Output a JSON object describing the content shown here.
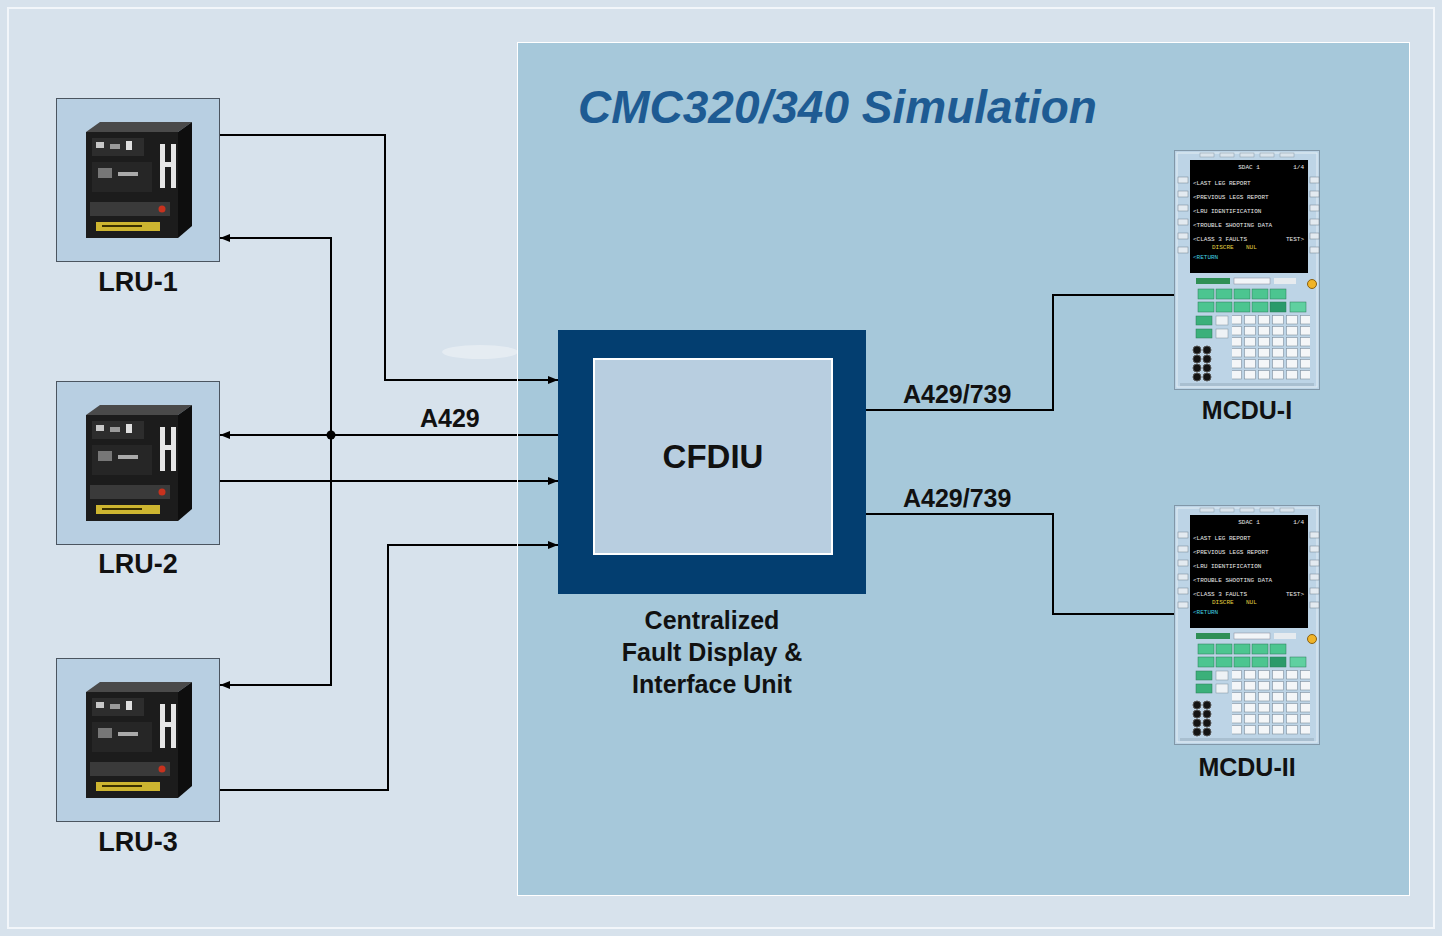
{
  "diagram": {
    "nodes": [
      {
        "text": [
          "LRU-1"
        ]
      },
      {
        "text": [
          "LRU-2"
        ]
      },
      {
        "text": [
          "LRU-3"
        ]
      },
      {
        "text": [
          "CMC320/340 Simulation"
        ]
      },
      {
        "text": [
          "CFDIU",
          "Centralized Fault Display & Interface Unit"
        ],
        "in": 3
      },
      {
        "text": [
          "MCDU-I"
        ],
        "in": 3
      },
      {
        "text": [
          "MCDU-II"
        ],
        "in": 3
      }
    ],
    "edges": [
      {
        "from": 0,
        "to": 4,
        "arrow": "to"
      },
      {
        "from": 4,
        "to": 1,
        "arrow": "to",
        "label": "A429"
      },
      {
        "from": 4,
        "to": 0,
        "arrow": "to"
      },
      {
        "from": 4,
        "to": 2,
        "arrow": "to"
      },
      {
        "from": 1,
        "to": 4,
        "arrow": "to"
      },
      {
        "from": 2,
        "to": 4,
        "arrow": "to"
      },
      {
        "from": 4,
        "to": 5,
        "arrow": "none",
        "label": "A429/739"
      },
      {
        "from": 4,
        "to": 6,
        "arrow": "none",
        "label": "A429/739"
      }
    ],
    "labels": [
      "SDAC 1",
      "1/4",
      "<LAST LEG REPORT",
      "<PREVIOUS LEGS REPORT",
      "<LRU IDENTIFICATION",
      "<TROUBLE SHOOTING DATA",
      "<CLASS 3 FAULTS",
      "TEST>",
      "DISCRE",
      "NUL",
      "<RETURN",
      "SDAC 1",
      "1/4",
      "<LAST LEG REPORT",
      "<PREVIOUS LEGS REPORT",
      "<LRU IDENTIFICATION",
      "<TROUBLE SHOOTING DATA",
      "<CLASS 3 FAULTS",
      "TEST>",
      "DISCRE",
      "NUL",
      "<RETURN"
    ]
  }
}
